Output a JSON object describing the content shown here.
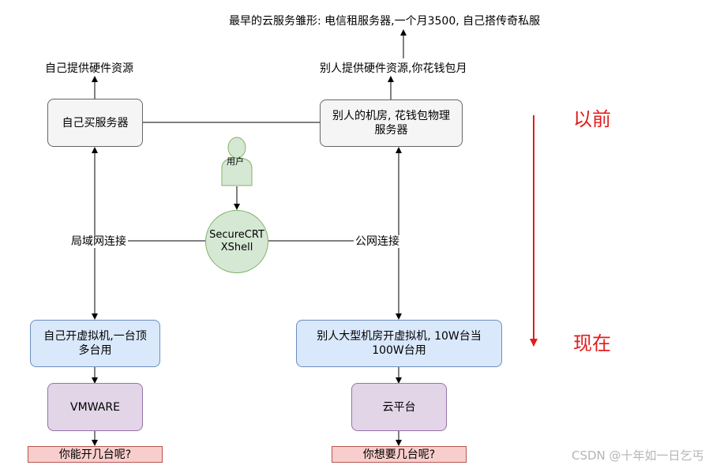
{
  "top_labels": {
    "origin": "最早的云服务雏形: 电信租服务器,一个月3500, 自己搭传奇私服",
    "self_hw": "自己提供硬件资源",
    "other_hw": "别人提供硬件资源,你花钱包月"
  },
  "boxes": {
    "buy_server": "自己买服务器",
    "rent_room_line1": "别人的机房, 花钱包物理",
    "rent_room_line2": "服务器",
    "user": "用户",
    "client_line1": "SecureCRT",
    "client_line2": "XShell",
    "self_vm_line1": "自己开虚拟机,一台顶",
    "self_vm_line2": "多台用",
    "big_vm_line1": "别人大型机房开虚拟机, 10W台当",
    "big_vm_line2": "100W台用",
    "vmware": "VMWARE",
    "cloud": "云平台",
    "q_left": "你能开几台呢?",
    "q_right": "你想要几台呢?"
  },
  "edge_labels": {
    "lan": "局域网连接",
    "wan": "公网连接"
  },
  "timeline": {
    "before": "以前",
    "now": "现在"
  },
  "watermark": "CSDN @十年如一日乞丐",
  "colors": {
    "gray_fill": "#f5f5f5",
    "blue_fill": "#dae8fc",
    "purple_fill": "#e1d5e7",
    "pink_fill": "#f8cecc",
    "green_fill": "#d5e8d4",
    "timeline_red": "#e51b1b"
  }
}
